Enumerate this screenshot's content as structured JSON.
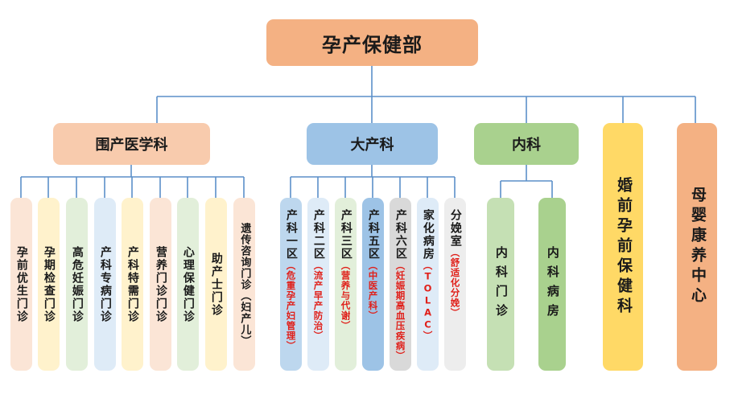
{
  "title": "孕产保健部",
  "colors": {
    "line": "#5b8fc9",
    "orange": "#f4b183",
    "blue": "#9dc3e6",
    "green": "#a9d18e",
    "yellow": "#ffd966",
    "subtext": "#e0201a"
  },
  "departments": {
    "perinatal": {
      "label": "围产医学科",
      "children": [
        "孕前优生门诊",
        "孕期检查门诊",
        "高危妊娠门诊",
        "产科专病门诊",
        "产科特需门诊",
        "营养门诊门诊",
        "心理保健门诊",
        "助产士门诊",
        "遗传咨询门诊（妇产儿）"
      ]
    },
    "obstetrics": {
      "label": "大产科",
      "children": [
        {
          "name": "产科一区",
          "sub": "（危重孕产妇管理）"
        },
        {
          "name": "产科二区",
          "sub": "（流产早产防治）"
        },
        {
          "name": "产科三区",
          "sub": "（营养与代谢）"
        },
        {
          "name": "产科五区",
          "sub": "（中医产科）"
        },
        {
          "name": "产科六区",
          "sub": "（妊娠期高血压疾病）"
        },
        {
          "name": "家化病房",
          "sub": "（TOLAC）"
        },
        {
          "name": "分娩室",
          "sub": "（舒适化分娩）"
        }
      ]
    },
    "internal": {
      "label": "内科",
      "children": [
        "内科门诊",
        "内科病房"
      ]
    },
    "premarital": {
      "label": "婚前孕前保健科"
    },
    "maternal_infant": {
      "label": "母婴康养中心"
    }
  }
}
